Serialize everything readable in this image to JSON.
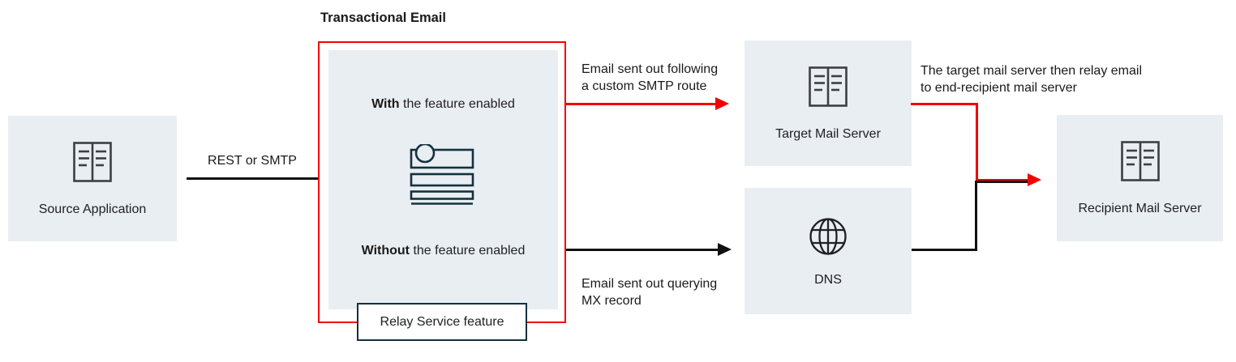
{
  "title": "Transactional Email",
  "colors": {
    "accent_red": "#f40000",
    "dark_navy": "#14313f",
    "node_background": "#e9eef2",
    "text": "#202124"
  },
  "nodes": {
    "source": {
      "label": "Source Application",
      "icon": "server-icon"
    },
    "target": {
      "label": "Target Mail Server",
      "icon": "server-icon"
    },
    "dns": {
      "label": "DNS",
      "icon": "globe-icon"
    },
    "recipient": {
      "label": "Recipient Mail Server",
      "icon": "server-icon"
    }
  },
  "relay_group": {
    "with_bold": "With",
    "with_rest": " the feature enabled",
    "without_bold": "Without",
    "without_rest": " the feature enabled",
    "badge": "Relay Service feature",
    "icon": "relay-feature-icon"
  },
  "edges": {
    "rest_smtp": {
      "label": "REST or SMTP"
    },
    "custom_route": {
      "line1": "Email sent out following",
      "line2": "a custom SMTP route"
    },
    "mx_query": {
      "line1": "Email sent out querying",
      "line2": "MX record"
    },
    "relay_note": {
      "line1": "The target mail server then relay email",
      "line2": "to end-recipient mail server"
    }
  }
}
